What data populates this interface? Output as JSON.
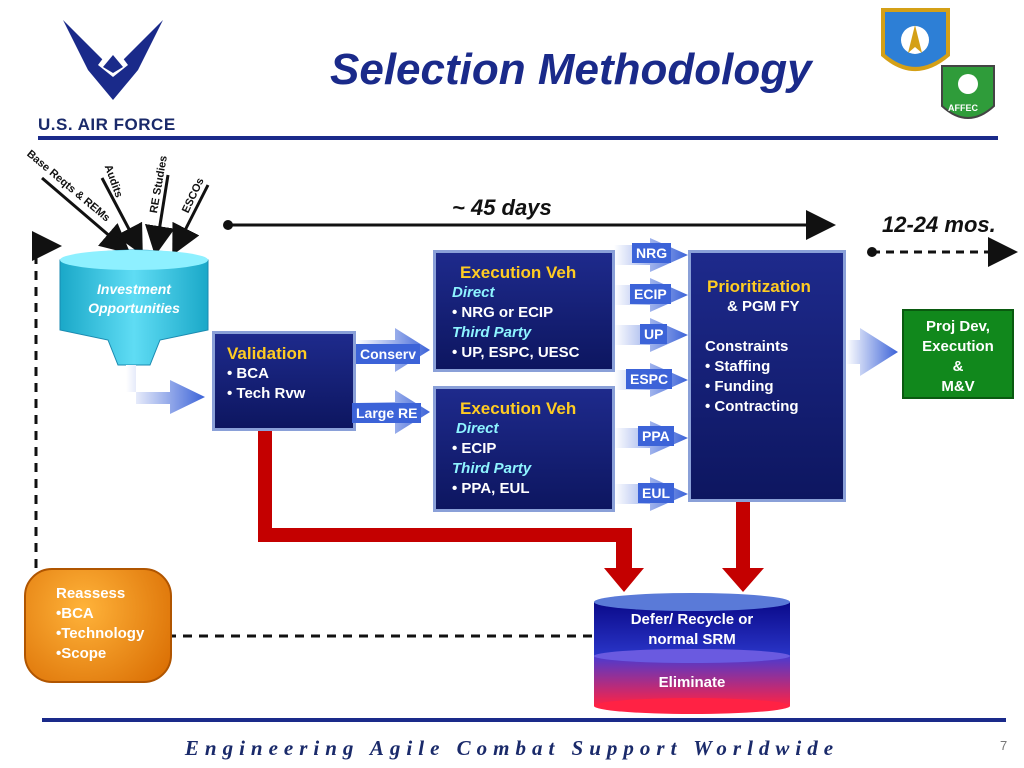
{
  "header": {
    "title": "Selection Methodology",
    "logo_text": "U.S. AIR FORCE",
    "seal_right": "AFFEC"
  },
  "footer": {
    "tagline": "Engineering Agile Combat Support Worldwide",
    "page": "7"
  },
  "inputs": [
    "Base Reqts & REMs",
    "Audits",
    "RE Studies",
    "ESCOs"
  ],
  "funnel": {
    "label": "Investment Opportunities"
  },
  "timeline": {
    "short": "~ 45 days",
    "long": "12-24 mos."
  },
  "validation": {
    "title": "Validation",
    "items": [
      "• BCA",
      "• Tech  Rvw"
    ]
  },
  "paths": {
    "upper": "Conserv",
    "lower": "Large RE"
  },
  "exec_veh_1": {
    "title": "Execution Veh",
    "l1": "Direct",
    "l2": "• NRG or ECIP",
    "l3": "Third Party",
    "l4": "• UP, ESPC,  UESC"
  },
  "exec_veh_2": {
    "title": "Execution Veh",
    "l1": "Direct",
    "l2": "• ECIP",
    "l3": "Third Party",
    "l4": "• PPA, EUL"
  },
  "vehicles": [
    "NRG",
    "ECIP",
    "UP",
    "ESPC",
    "PPA",
    "EUL"
  ],
  "prioritization": {
    "title": "Prioritization",
    "sub": "& PGM FY",
    "c_head": "Constraints",
    "c1": "• Staffing",
    "c2": "• Funding",
    "c3": "• Contracting"
  },
  "proj_dev": {
    "l1": "Proj Dev,",
    "l2": "Execution",
    "l3": "&",
    "l4": "M&V"
  },
  "reassess": {
    "title": "Reassess",
    "i1": "•BCA",
    "i2": "•Technology",
    "i3": "•Scope"
  },
  "cylinder": {
    "top": "Defer/ Recycle or normal  SRM",
    "bottom": "Eliminate"
  },
  "colors": {
    "navy": "#1a2a8a",
    "box": "#0d1660",
    "red": "#c40000",
    "green": "#11881c",
    "orange": "#e08010"
  }
}
